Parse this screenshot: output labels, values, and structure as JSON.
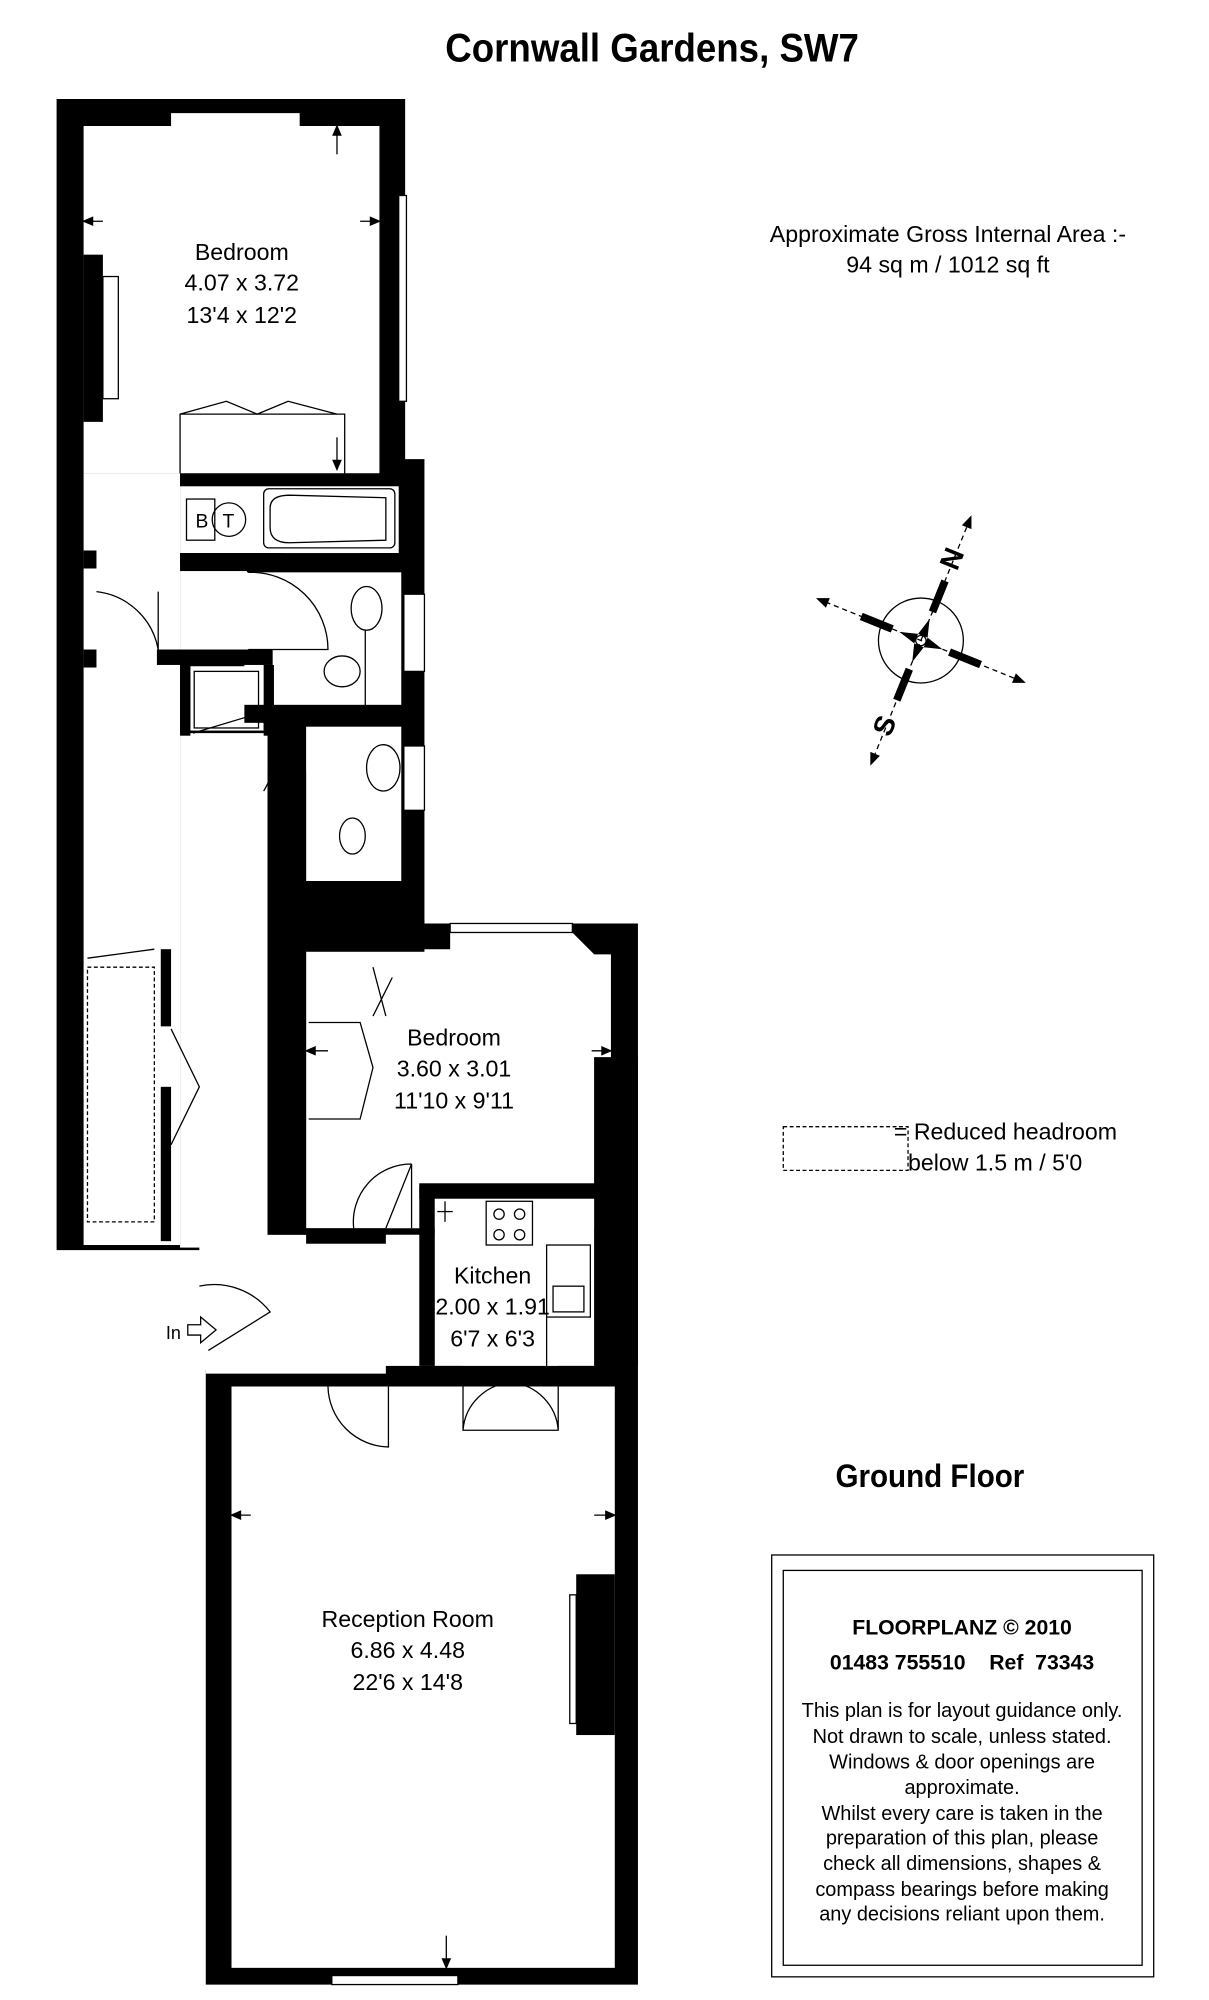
{
  "title": "Cornwall Gardens, SW7",
  "area": {
    "line1": "Approximate Gross Internal Area :-",
    "line2": "94 sq m / 1012 sq ft"
  },
  "rooms": [
    {
      "name": "Bedroom",
      "metric": "4.07 x 3.72",
      "imperial": "13'4 x 12'2"
    },
    {
      "name": "Bedroom",
      "metric": "3.60 x 3.01",
      "imperial": "11'10 x 9'11"
    },
    {
      "name": "Kitchen",
      "metric": "2.00 x 1.91",
      "imperial": "6'7 x 6'3"
    },
    {
      "name": "Reception Room",
      "metric": "6.86 x 4.48",
      "imperial": "22'6 x 14'8"
    }
  ],
  "fixtures": {
    "boiler": "B",
    "tank": "T"
  },
  "entrance_label": "In",
  "compass": {
    "north": "N",
    "south": "S"
  },
  "legend": {
    "line1": "=  Reduced headroom",
    "line2": "below 1.5 m / 5'0"
  },
  "floor_label": "Ground Floor",
  "disclaimer": {
    "company": "FLOORPLANZ © 2010",
    "contact": "01483 755510    Ref  73343",
    "lines": [
      "This plan is for layout guidance only.",
      "Not drawn to scale, unless stated.",
      "Windows & door openings are",
      "approximate.",
      "Whilst every care is taken in the",
      "preparation of this plan, please",
      "check all dimensions, shapes &",
      "compass bearings before making",
      "any decisions reliant upon them."
    ]
  }
}
